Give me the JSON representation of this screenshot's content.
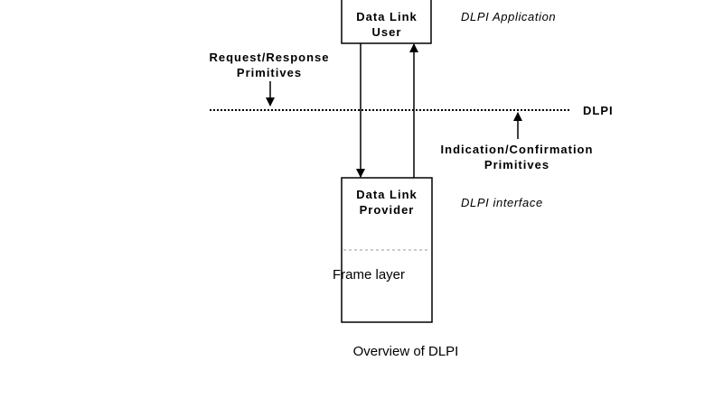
{
  "nodes": {
    "user": {
      "line1": "Data Link",
      "line2": "User"
    },
    "provider": {
      "line1": "Data Link",
      "line2": "Provider",
      "sublayer": "Frame layer"
    }
  },
  "annotations": {
    "dlpi_application": "DLPI Application",
    "dlpi_interface": "DLPI interface",
    "request_response": {
      "line1": "Request/Response",
      "line2": "Primitives"
    },
    "indication_confirmation": {
      "line1": "Indication/Confirmation",
      "line2": "Primitives"
    },
    "boundary": "DLPI"
  },
  "caption": "Overview of DLPI",
  "colors": {
    "stroke": "#000000",
    "sublayer_divider": "#999999",
    "background": "#ffffff"
  }
}
